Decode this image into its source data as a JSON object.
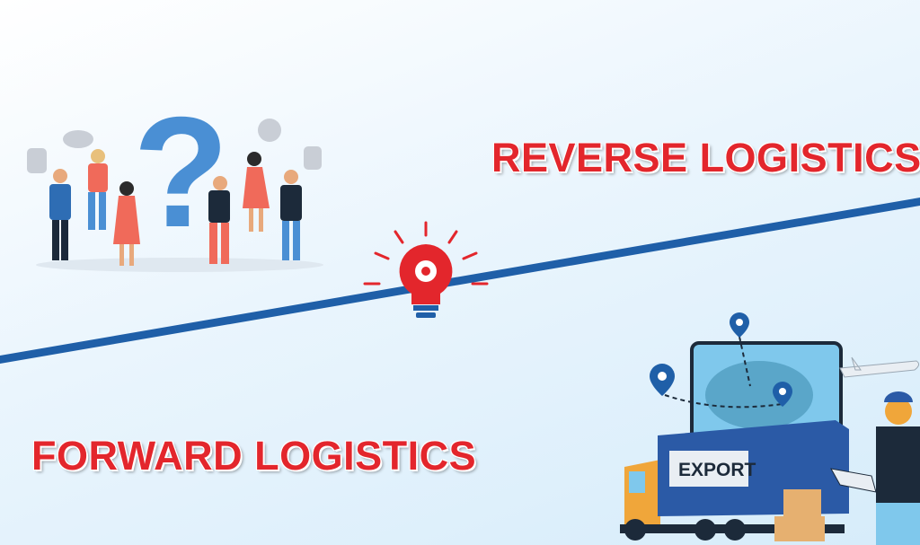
{
  "headings": {
    "reverse": "REVERSE LOGISTICS",
    "forward": "FORWARD LOGISTICS"
  },
  "illustration": {
    "container_label": "EXPORT",
    "question_mark": "?"
  },
  "colors": {
    "headline": "#e3262c",
    "divider": "#1f5fa8",
    "container": "#2b5aa6",
    "bulb": "#e3262c"
  }
}
